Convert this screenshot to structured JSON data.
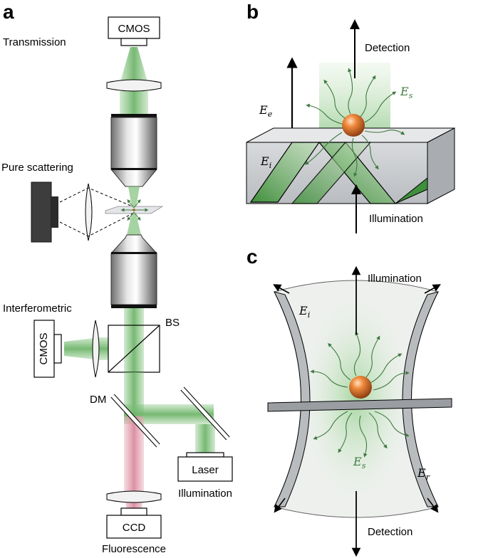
{
  "panels": {
    "a": "a",
    "b": "b",
    "c": "c"
  },
  "labels": {
    "transmission": "Transmission",
    "pure_scattering": "Pure scattering",
    "interferometric": "Interferometric",
    "bs": "BS",
    "dm": "DM",
    "illumination_a": "Illumination",
    "fluorescence": "Fluorescence",
    "detection_b": "Detection",
    "illumination_b": "Illumination",
    "illumination_c": "Illumination",
    "detection_c": "Detection"
  },
  "devices": {
    "cmos_top": "CMOS",
    "cmos_side": "CMOS",
    "laser": "Laser",
    "ccd": "CCD"
  },
  "fields": {
    "e_e": {
      "main": "E",
      "sub": "e"
    },
    "e_s_b": {
      "main": "E",
      "sub": "s"
    },
    "e_i_b": {
      "main": "E",
      "sub": "i"
    },
    "e_i_c": {
      "main": "E",
      "sub": "i"
    },
    "e_r_c": {
      "main": "E",
      "sub": "r"
    },
    "e_s_c": {
      "main": "E",
      "sub": "s"
    }
  },
  "colors": {
    "green_beam": "#7fc07a",
    "pink_beam": "#e6a3b3",
    "particle": "#d9732f",
    "glass": "#cfd2d6",
    "wave": "#3f7a40"
  }
}
